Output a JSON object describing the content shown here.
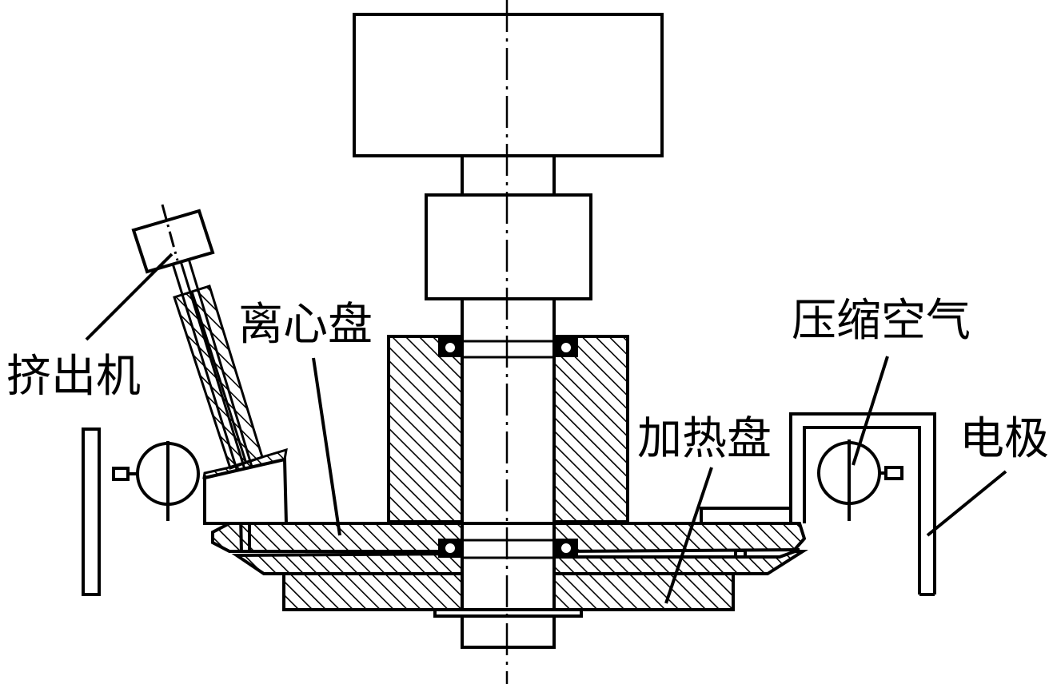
{
  "labels": {
    "extruder": "挤出机",
    "centrifugal_disk": "离心盘",
    "compressed_air": "压缩空气",
    "heating_disk": "加热盘",
    "electrode": "电极"
  },
  "colors": {
    "ink": "#000000",
    "background": "#ffffff"
  }
}
